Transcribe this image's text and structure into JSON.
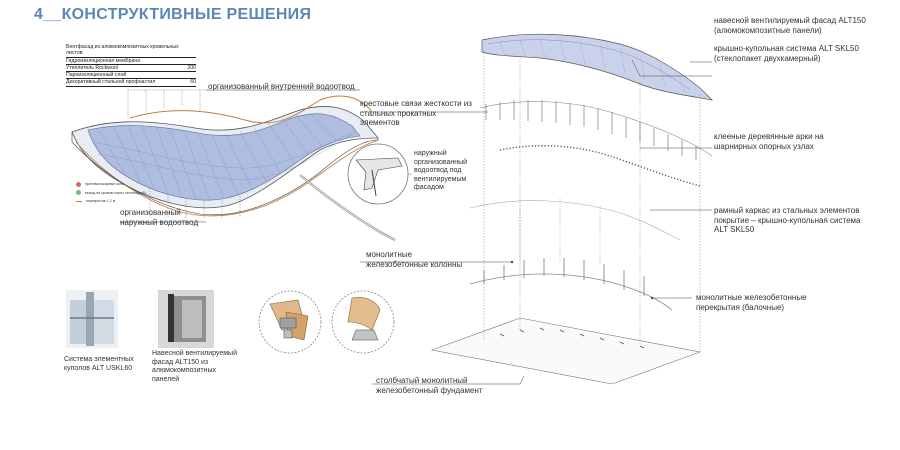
{
  "title": "4__КОНСТРУКТИВНЫЕ РЕШЕНИЯ",
  "layers_table": {
    "header": "Вентфасад из алюмокомпозитных кровельных листов",
    "rows": [
      {
        "name": "Гидроизоляционная мембрана",
        "value": ""
      },
      {
        "name": "Утеплитель Rockwool",
        "value": "200"
      },
      {
        "name": "Пароизоляционный слой",
        "value": ""
      },
      {
        "name": "Декоративный стальной профнастил",
        "value": "60"
      }
    ]
  },
  "legend": {
    "items": [
      {
        "label": "противопожарные окна",
        "color": "#d06a6a"
      },
      {
        "label": "выход на кровлю через лестницу (8)",
        "color": "#79b870"
      },
      {
        "label": "перекрытие 1,2 м",
        "color": "#c47e3a"
      }
    ]
  },
  "labels": {
    "internal_drain": "организованный внутренний водоотвод",
    "external_drain": "организованный наружный водоотвод",
    "outer_drain_note": "наружный организованный водоотвод под вентилируемым фасадом",
    "facade_alt150": "навесной вентилируемый фасад ALT150 (алюмокомпозитные панели)",
    "roof_skl50": "крышно-купольная система ALT SKL50 (стеклопакет двухкамерный)",
    "cross_bracing": "крестовые связи жесткости из стальных прокатных элементов",
    "glulam_arches": "клееные деревянные арки на шарнирных опорных узлах",
    "steel_frame": "рамный каркас из стальных элементов покрытие – крышно-купольная система ALT SKL50",
    "rc_columns": "монолитные железобетонные колонны",
    "rc_slabs": "монолитные железобетонные перекрытия (балочные)",
    "foundation": "столбчатый монолитный железобетонный фундамент",
    "dome_system": "Система элементных куполов ALT USKL60",
    "facade_system": "Навесной вентилируемый фасад ALT150 из алюмокомпозитных панелей"
  },
  "colors": {
    "title": "#5b87b8",
    "panel_blue": "#aebde0",
    "drain_orange": "#c47e3a",
    "line_gray": "#777777"
  }
}
